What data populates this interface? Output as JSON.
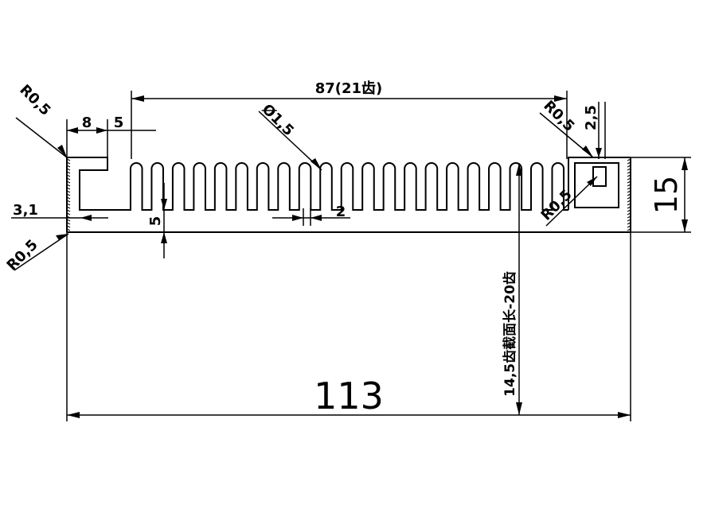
{
  "drawing": {
    "fin_count": 21,
    "dims": {
      "top_span": "87(21齿)",
      "left_radius_top": "R0,5",
      "left_slot_width": "8",
      "left_gap": "5",
      "fin_tip_diameter": "Ø1,5",
      "right_radius_top": "R0,5",
      "right_slot": "2,5",
      "height": "15",
      "base_offset": "3,1",
      "left_radius_bottom": "R0,5",
      "fin_depth": "5",
      "fin_gap": "2",
      "right_radius_bottom": "R0,5",
      "length_range": "14,5齿截面长-20齿",
      "overall_width": "113"
    }
  }
}
